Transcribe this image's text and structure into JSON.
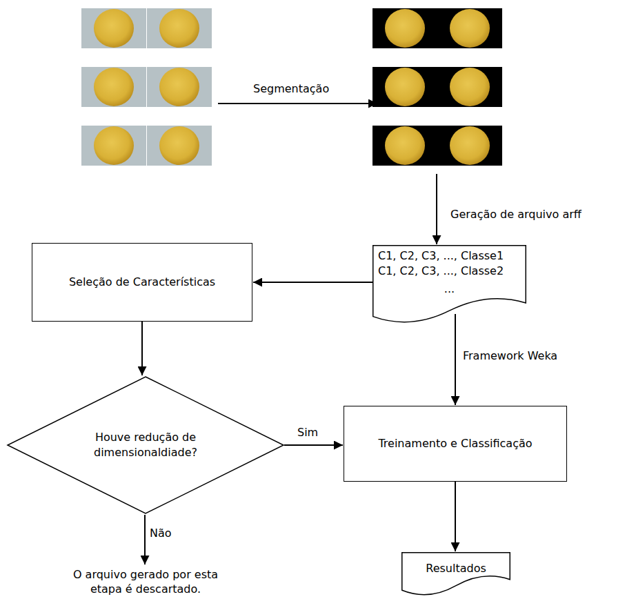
{
  "diagram": {
    "nodes": [
      {
        "text": [
          "C1, C2, C3, ..., Classe1",
          "C1, C2, C3, ..., Classe2",
          "..."
        ]
      },
      {
        "text": [
          "Seleção de Características"
        ]
      },
      {
        "text": [
          "Houve redução de dimensionaldiade?"
        ]
      },
      {
        "text": [
          "Treinamento e Classificação"
        ]
      },
      {
        "text": [
          "Resultados"
        ]
      }
    ],
    "edges": [
      {
        "from": 0,
        "to": 1,
        "arrow": "to"
      },
      {
        "from": 1,
        "to": 2,
        "arrow": "to"
      },
      {
        "from": 2,
        "to": 3,
        "label": "Sim",
        "arrow": "to"
      },
      {
        "from": 0,
        "to": 3,
        "label": "Framework Weka",
        "arrow": "to"
      },
      {
        "from": 3,
        "to": 4,
        "arrow": "to"
      }
    ],
    "labels": [
      "Segmentação",
      "Geração de arquivo arff",
      "Não",
      "O arquivo gerado por esta etapa é descartado."
    ]
  }
}
